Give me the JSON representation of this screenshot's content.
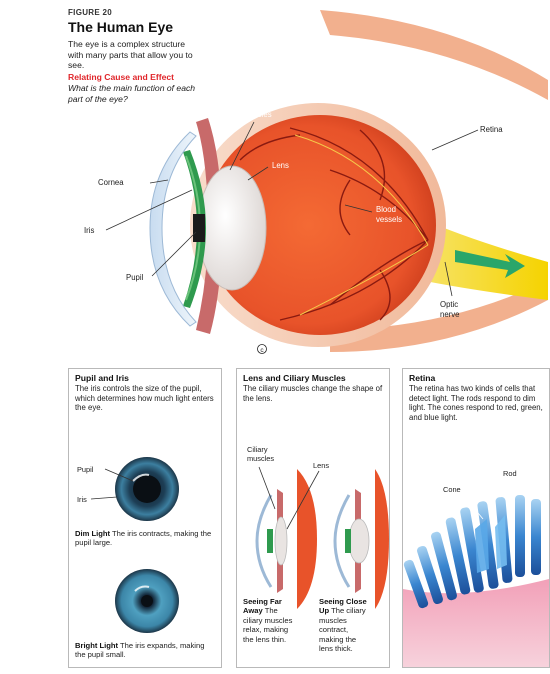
{
  "header": {
    "figure_label": "FIGURE 20",
    "title": "The Human Eye",
    "intro": "The eye is a complex structure with many parts that allow you to see.",
    "skill": "Relating Cause and Effect",
    "question": "What is the main function of each part of the eye?"
  },
  "eye_labels": {
    "ciliary_muscles": [
      "Ciliary",
      "muscles"
    ],
    "lens": "Lens",
    "retina": "Retina",
    "cornea": "Cornea",
    "iris": "Iris",
    "pupil": "Pupil",
    "blood_vessels": [
      "Blood",
      "vessels"
    ],
    "optic_nerve": [
      "Optic",
      "nerve"
    ]
  },
  "panel_pupil": {
    "title": "Pupil and Iris",
    "text": "The iris controls the size of the pupil, which determines how much light enters the eye.",
    "label_pupil": "Pupil",
    "label_iris": "Iris",
    "dim_head": "Dim Light",
    "dim_text": "The iris contracts, making the pupil large.",
    "bright_head": "Bright Light",
    "bright_text": "The iris expands, making the pupil small."
  },
  "panel_lens": {
    "title": "Lens and Ciliary Muscles",
    "text": "The ciliary muscles change the shape of the lens.",
    "label_ciliary": [
      "Ciliary",
      "muscles"
    ],
    "label_lens": "Lens",
    "far_head": [
      "Seeing Far",
      "Away"
    ],
    "far_text": [
      "The",
      "ciliary muscles",
      "relax, making",
      "the lens thin."
    ],
    "close_head": [
      "Seeing Close",
      "Up"
    ],
    "close_text": [
      "The ciliary",
      "muscles",
      "contract,",
      "making the",
      "lens thick."
    ]
  },
  "panel_retina": {
    "title": "Retina",
    "text": "The retina has two kinds of cells that detect light. The rods respond to dim light. The cones respond to red, green, and blue light.",
    "label_cone": "Cone",
    "label_rod": "Rod"
  },
  "colors": {
    "eyeball": "#e8532a",
    "sclera": "#f4c9b0",
    "vessel": "#8a1a10",
    "optic_nerve": "#f5d300",
    "panel_border": "#b9b9b9",
    "skill_red": "#e0262b"
  },
  "icons": [
    "copyright-icon"
  ]
}
